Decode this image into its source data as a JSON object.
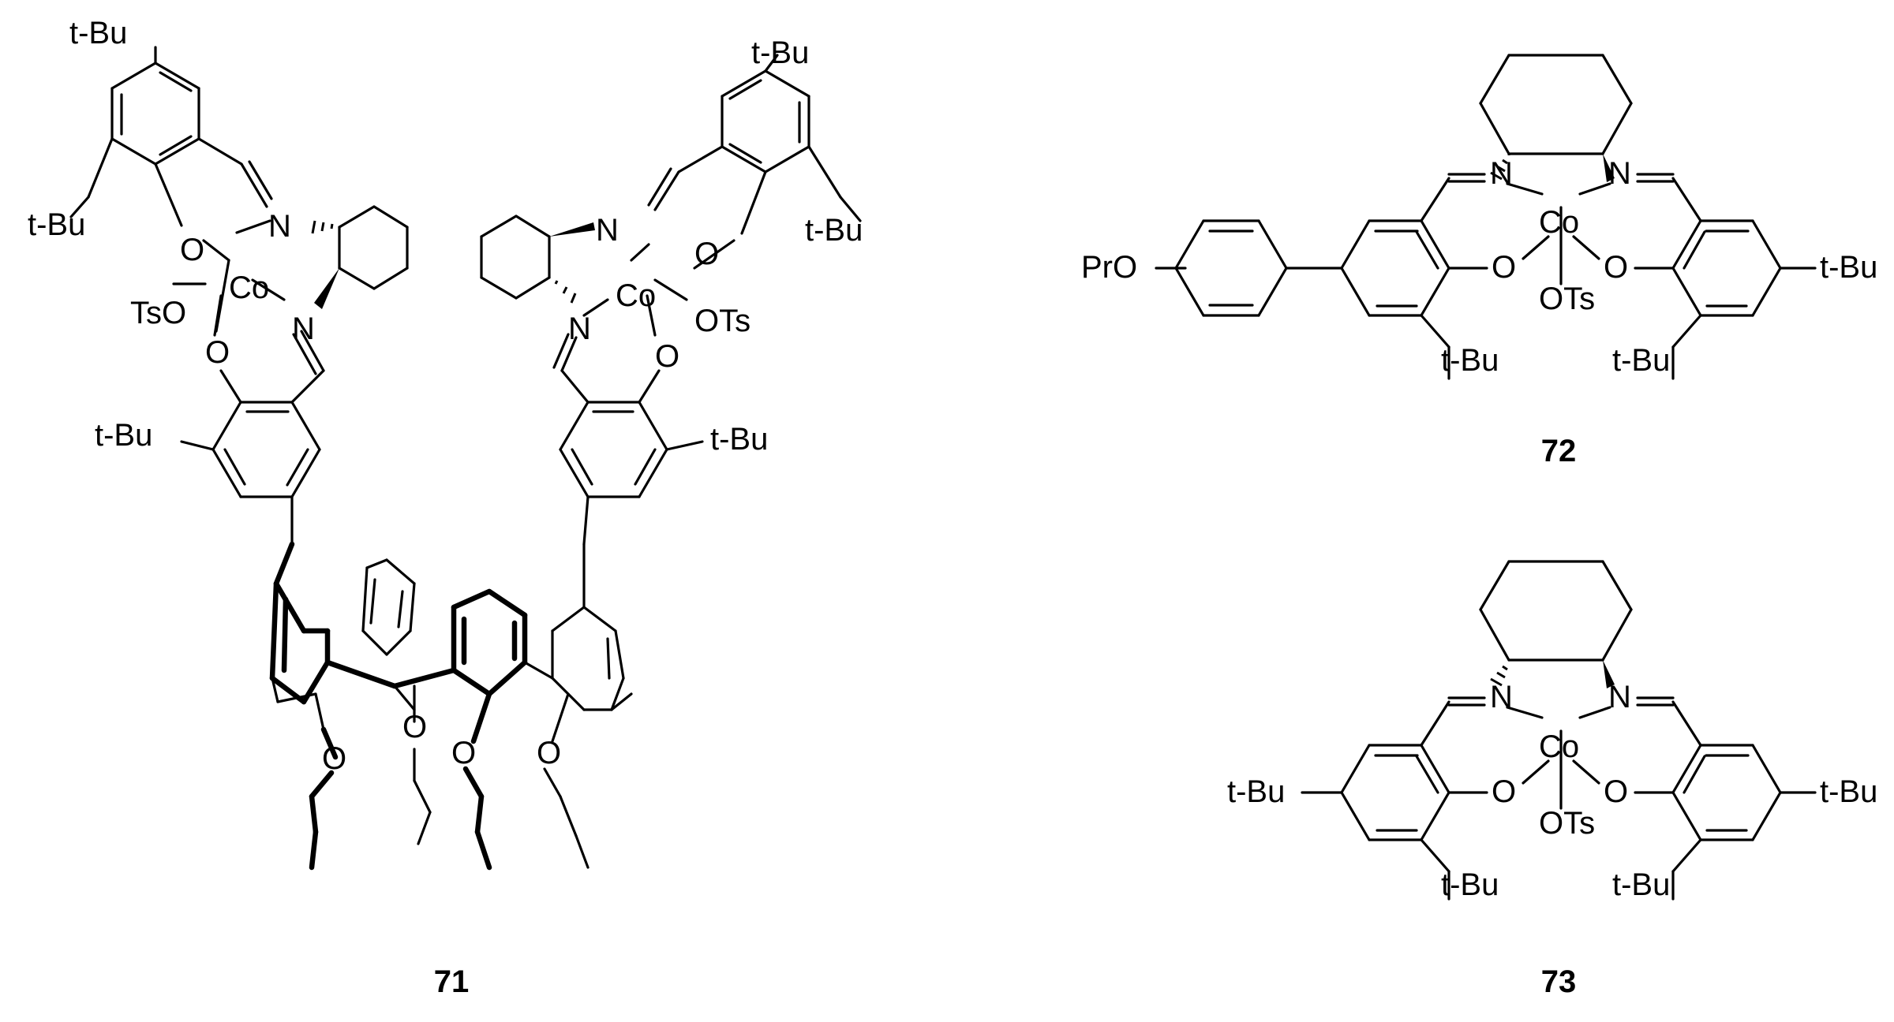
{
  "compounds": [
    {
      "id": "71",
      "label": "71",
      "atoms": {
        "tbu_a": "t-Bu",
        "tbu_b": "t-Bu",
        "tbu_c": "t-Bu",
        "tbu_d": "t-Bu",
        "co_l": "Co",
        "co_r": "Co",
        "ots_l": "TsO",
        "ots_r": "OTs",
        "n1": "N",
        "n2": "N",
        "n3": "N",
        "n4": "N",
        "o1": "O",
        "o2": "O",
        "o3": "O",
        "o4": "O",
        "o5": "O",
        "o6": "O",
        "o7": "O",
        "o8": "O"
      }
    },
    {
      "id": "72",
      "label": "72",
      "atoms": {
        "pro": "PrO",
        "n1": "N",
        "n2": "N",
        "co": "Co",
        "o1": "O",
        "o2": "O",
        "ots": "OTs",
        "tbu1": "t-Bu",
        "tbu2": "t-Bu",
        "tbu3": "t-Bu"
      }
    },
    {
      "id": "73",
      "label": "73",
      "atoms": {
        "tbu_l": "t-Bu",
        "tbu_r": "t-Bu",
        "n1": "N",
        "n2": "N",
        "co": "Co",
        "o1": "O",
        "o2": "O",
        "ots": "OTs",
        "tbu1": "t-Bu",
        "tbu2": "t-Bu"
      }
    }
  ]
}
